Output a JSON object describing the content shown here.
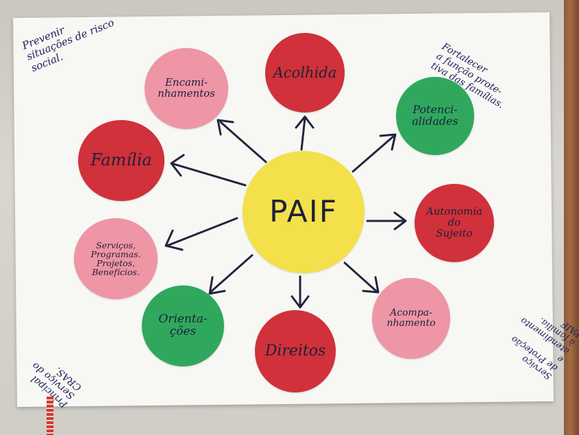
{
  "center": "PAIF",
  "circles": {
    "acolhida": "Acolhida",
    "encaminhamentos": "Encami-\nnhamentos",
    "potencialidades": "Potenci-\nalidades",
    "familia": "Família",
    "autonomia": "Autonomia\ndo\nSujeito",
    "servicos": "Serviços,\nProgramas.\nProjetos,\nBenefícios.",
    "acompanhamento": "Acompa-\nnhamento",
    "orientacoes": "Orienta-\nções",
    "direitos": "Direitos"
  },
  "notes": {
    "top_left": "Prevenir\nsituações de risco\nsocial.",
    "top_right": "Fortalecer\na função prote-\ntiva das famílias.",
    "bottom_left": "Principal\nServiço do\nCRAS.",
    "bottom_right": "Serviço\nde Proteção e\natendimento à família.\nPAIF"
  },
  "colors": {
    "red": "#d0313a",
    "pink": "#ee95a6",
    "green": "#2fa85e",
    "yellow": "#f4e04a",
    "ink": "#1e2038"
  }
}
